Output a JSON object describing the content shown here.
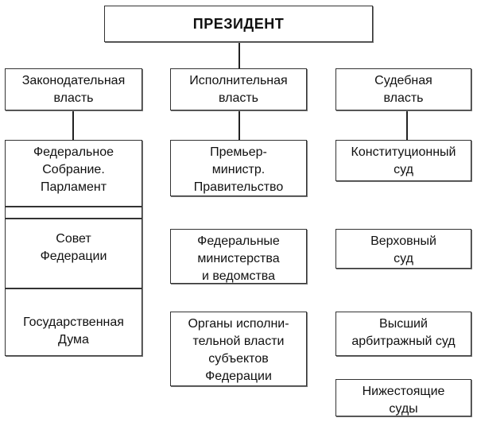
{
  "president": "ПРЕЗИДЕНТ",
  "branches": {
    "legislative": {
      "title": [
        "Законодательная",
        "власть"
      ],
      "parliament": [
        "Федеральное",
        "Собрание.",
        "Парламент"
      ],
      "council": [
        "Совет",
        "Федерации"
      ],
      "duma": [
        "Государственная",
        "Дума"
      ]
    },
    "executive": {
      "title": [
        "Исполнительная",
        "власть"
      ],
      "government": [
        "Премьер-",
        "министр.",
        "Правительство"
      ],
      "ministries": [
        "Федеральные",
        "министерства",
        "и ведомства"
      ],
      "regional": [
        "Органы исполни-",
        "тельной власти",
        "субъектов",
        "Федерации"
      ]
    },
    "judicial": {
      "title": [
        "Судебная",
        "власть"
      ],
      "constitutional": [
        "Конституционный",
        "суд"
      ],
      "supreme": [
        "Верховный",
        "суд"
      ],
      "arbitration": [
        "Высший",
        "арбитражный суд"
      ],
      "lower": [
        "Нижестоящие",
        "суды"
      ]
    }
  }
}
